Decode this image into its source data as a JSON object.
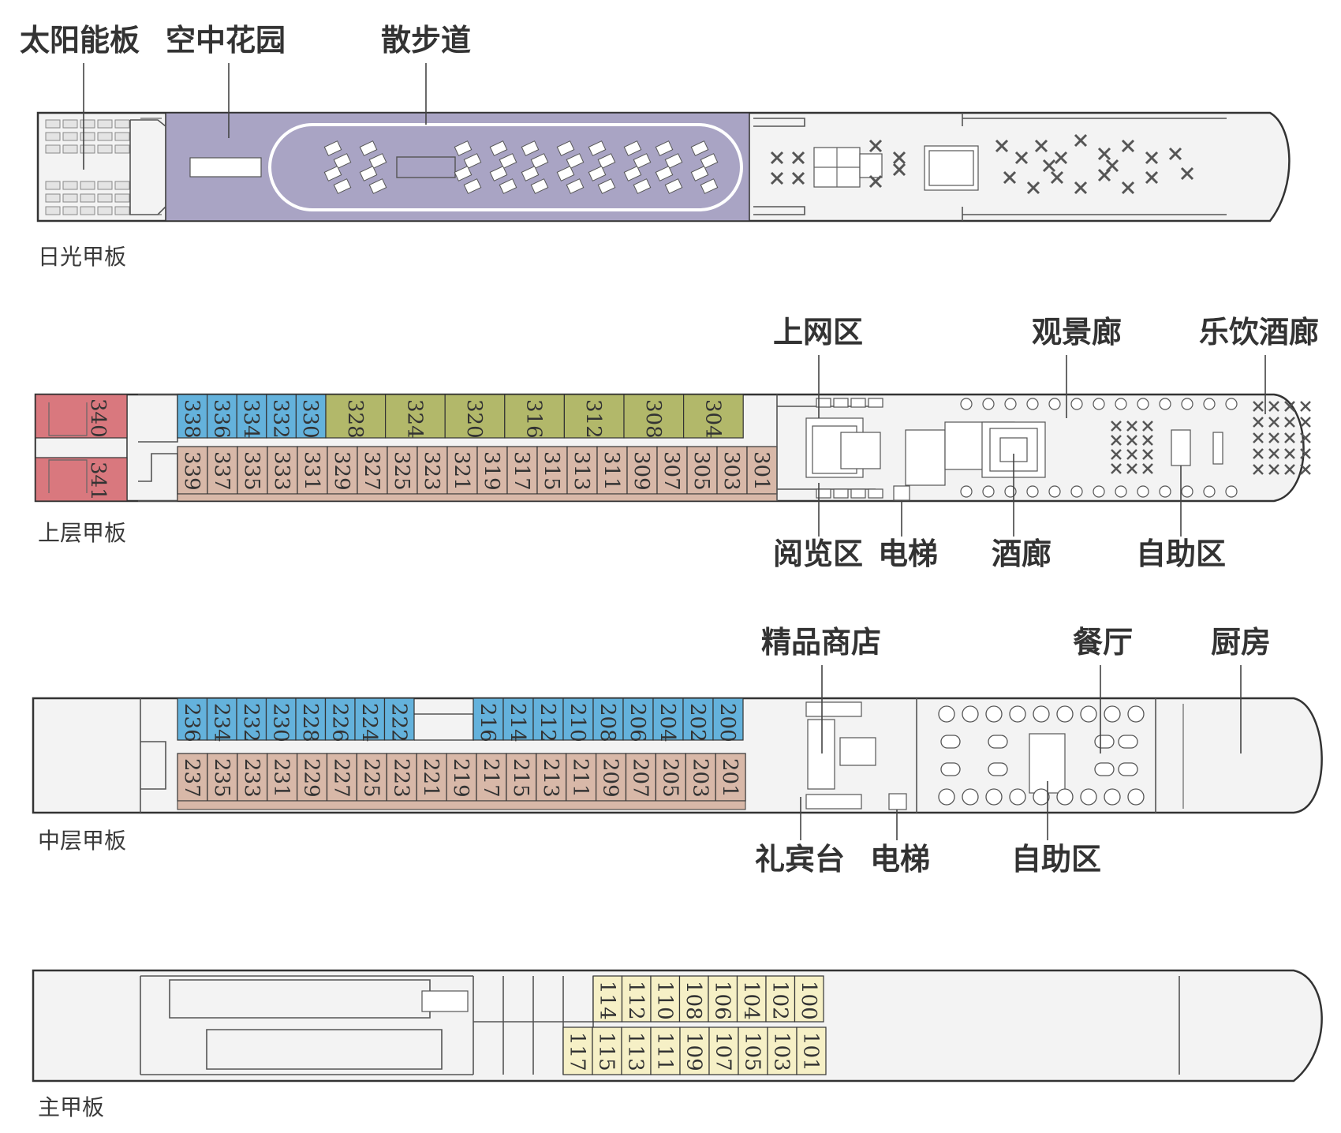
{
  "colors": {
    "suite": "#d9787e",
    "blue_cabin": "#64b2dc",
    "green_cabin": "#b2b86a",
    "tan_cabin": "#d8b8a8",
    "yellow_cabin": "#f6f0c6",
    "garden": "#a9a4c4",
    "hull_fill": "#f3f3f3",
    "outline": "#333333"
  },
  "decks": [
    {
      "id": "sun",
      "name": "日光甲板",
      "labels": {
        "solar": "太阳能板",
        "garden": "空中花园",
        "promenade": "散步道"
      }
    },
    {
      "id": "upper",
      "name": "上层甲板",
      "suites": [
        "340",
        "341"
      ],
      "top_blue": [
        "338",
        "336",
        "334",
        "332",
        "330"
      ],
      "top_green": [
        "328",
        "324",
        "320",
        "316",
        "312",
        "308",
        "304"
      ],
      "bottom": [
        "339",
        "337",
        "335",
        "333",
        "331",
        "329",
        "327",
        "325",
        "323",
        "321",
        "319",
        "317",
        "315",
        "313",
        "311",
        "309",
        "307",
        "305",
        "303",
        "301"
      ],
      "labels_top": {
        "internet": "上网区",
        "observation": "观景廊",
        "lounge": "乐饮酒廊"
      },
      "labels_bottom": {
        "reading": "阅览区",
        "elevator": "电梯",
        "bar": "酒廊",
        "buffet": "自助区"
      }
    },
    {
      "id": "middle",
      "name": "中层甲板",
      "top_a": [
        "236",
        "234",
        "232",
        "230",
        "228",
        "226",
        "224",
        "222"
      ],
      "top_b": [
        "216",
        "214",
        "212",
        "210",
        "208",
        "206",
        "204",
        "202",
        "200"
      ],
      "bottom": [
        "237",
        "235",
        "233",
        "231",
        "229",
        "227",
        "225",
        "223",
        "221",
        "219",
        "217",
        "215",
        "213",
        "211",
        "209",
        "207",
        "205",
        "203",
        "201"
      ],
      "labels_top": {
        "shop": "精品商店",
        "restaurant": "餐厅",
        "kitchen": "厨房"
      },
      "labels_bottom": {
        "reception": "礼宾台",
        "elevator": "电梯",
        "buffet": "自助区"
      }
    },
    {
      "id": "main",
      "name": "主甲板",
      "top": [
        "114",
        "112",
        "110",
        "108",
        "106",
        "104",
        "102",
        "100"
      ],
      "bottom": [
        "117",
        "115",
        "113",
        "111",
        "109",
        "107",
        "105",
        "103",
        "101"
      ]
    }
  ]
}
